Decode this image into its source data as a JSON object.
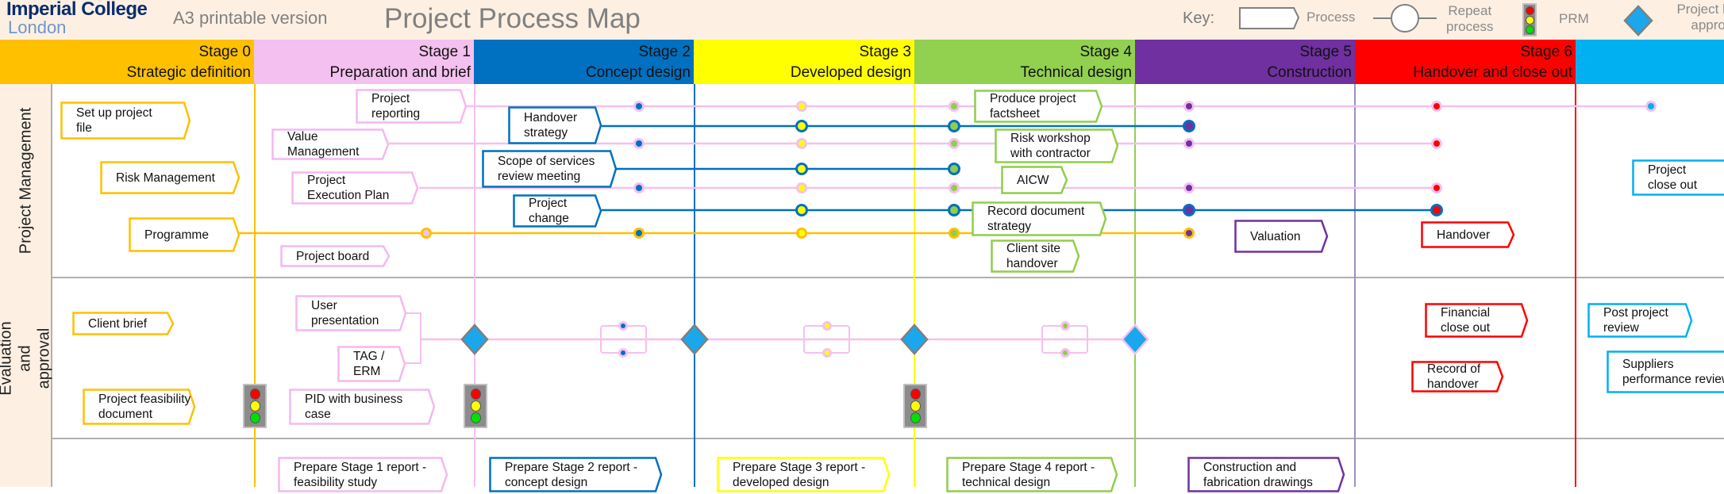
{
  "header": {
    "logo_line1": "Imperial College",
    "logo_line2": "London",
    "subtitle": "A3 printable version",
    "title": "Project Process Map"
  },
  "key": {
    "label": "Key:",
    "process": "Process",
    "repeat_process": "Repeat\nprocess",
    "prm": "PRM",
    "project_board_approval": "Project board\napproval"
  },
  "colors": {
    "stage0": "#ffc000",
    "stage1": "#f4c0ef",
    "stage2": "#0070c0",
    "stage3": "#ffff00",
    "stage4": "#92d050",
    "stage5": "#7030a0",
    "stage6": "#ff0000",
    "stage7": "#00b0f0",
    "background": "#fdf0e3"
  },
  "stages": [
    {
      "number": "Stage 0",
      "name": "Strategic definition"
    },
    {
      "number": "Stage 1",
      "name": "Preparation and brief"
    },
    {
      "number": "Stage 2",
      "name": "Concept design"
    },
    {
      "number": "Stage 3",
      "name": "Developed design"
    },
    {
      "number": "Stage 4",
      "name": "Technical design"
    },
    {
      "number": "Stage 5",
      "name": "Construction"
    },
    {
      "number": "Stage 6",
      "name": "Handover and close out"
    },
    {
      "number": "",
      "name": ""
    }
  ],
  "rows": [
    {
      "label": "Project Management"
    },
    {
      "label": "Evaluation and\napproval"
    },
    {
      "label": ""
    }
  ],
  "processes": {
    "project_management": [
      {
        "text": "Set up project\nfile",
        "stage": 0
      },
      {
        "text": "Risk Management",
        "stage": 0
      },
      {
        "text": "Programme",
        "stage": 0
      },
      {
        "text": "Project\nreporting",
        "stage": 1
      },
      {
        "text": "Value\nManagement",
        "stage": 1
      },
      {
        "text": "Project\nExecution Plan",
        "stage": 1
      },
      {
        "text": "Project board",
        "stage": 1
      },
      {
        "text": "Handover\nstrategy",
        "stage": 2
      },
      {
        "text": "Scope of services\nreview meeting",
        "stage": 2
      },
      {
        "text": "Project\nchange",
        "stage": 2
      },
      {
        "text": "Produce project\nfactsheet",
        "stage": 4
      },
      {
        "text": "Risk workshop\nwith contractor",
        "stage": 4
      },
      {
        "text": "AICW",
        "stage": 4
      },
      {
        "text": "Record document\nstrategy",
        "stage": 4
      },
      {
        "text": "Client site\nhandover",
        "stage": 4
      },
      {
        "text": "Valuation",
        "stage": 5
      },
      {
        "text": "Handover",
        "stage": 6
      },
      {
        "text": "Project\nclose out",
        "stage": 7
      }
    ],
    "evaluation_approval": [
      {
        "text": "Client brief",
        "stage": 0
      },
      {
        "text": "Project feasibility\ndocument",
        "stage": 0
      },
      {
        "text": "User\npresentation",
        "stage": 1
      },
      {
        "text": "TAG /\nERM",
        "stage": 1
      },
      {
        "text": "PID with business\ncase",
        "stage": 1
      },
      {
        "text": "Financial\nclose out",
        "stage": 6
      },
      {
        "text": "Record of\nhandover",
        "stage": 6
      },
      {
        "text": "Post project\nreview",
        "stage": 7
      },
      {
        "text": "Suppliers\nperformance review",
        "stage": 7
      }
    ],
    "reports": [
      {
        "text": "Prepare Stage 1 report -\nfeasibility study",
        "stage": 1
      },
      {
        "text": "Prepare Stage 2 report -\nconcept design",
        "stage": 2
      },
      {
        "text": "Prepare Stage 3 report -\ndeveloped design",
        "stage": 3
      },
      {
        "text": "Prepare Stage 4 report -\ntechnical design",
        "stage": 4
      },
      {
        "text": "Construction and\nfabrication drawings",
        "stage": 5
      }
    ]
  },
  "prm_gates": [
    "Stage 0 end",
    "Stage 1 end",
    "Stage 3 end"
  ],
  "approval_gates": [
    "Stage 1 end",
    "Stage 2 end",
    "Stage 3 end",
    "Stage 4 end"
  ]
}
